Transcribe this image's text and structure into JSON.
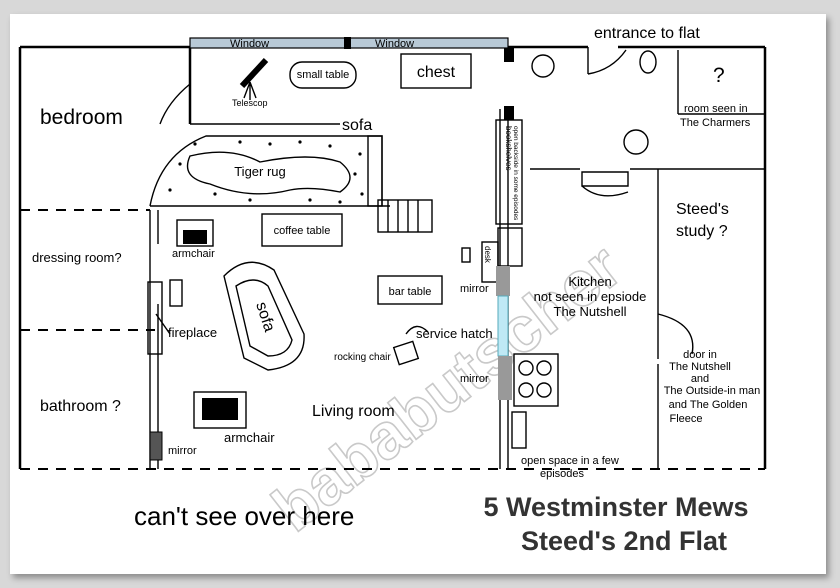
{
  "labels": {
    "entrance": "entrance to flat",
    "window1": "Window",
    "window2": "Window",
    "chest": "chest",
    "small_table": "small table",
    "telescope": "Telescop",
    "bedroom": "bedroom",
    "sofa_top": "sofa",
    "tiger_rug": "Tiger rug",
    "room_charmers_1": "room seen in",
    "room_charmers_2": "The Charmers",
    "charmers_q": "?",
    "bookshelves_1": "bookshelves",
    "bookshelves_2": "open backside in some episodes",
    "steeds_study_1": "Steed's",
    "steeds_study_2": "study ?",
    "coffee_table": "coffee table",
    "armchair_top": "armchair",
    "dressing_room": "dressing room?",
    "desk": "desk",
    "mirror_top": "mirror",
    "bar_table": "bar table",
    "kitchen_1": "Kitchen",
    "kitchen_2": "not seen in epsiode",
    "kitchen_3": "The Nutshell",
    "sofa_mid": "sofa",
    "fireplace": "fireplace",
    "service_hatch": "service hatch",
    "rocking_chair": "rocking chair",
    "mirror_mid": "mirror",
    "door_1": "door in",
    "door_2": "The Nutshell",
    "door_3": "and",
    "door_4": "The Outside-in man",
    "door_5": "and The Golden",
    "door_6": "Fleece",
    "bathroom": "bathroom ?",
    "living_room": "Living room",
    "armchair_bottom": "armchair",
    "mirror_bottom": "mirror",
    "open_space_1": "open space in a few",
    "open_space_2": "episodes",
    "cant_see": "can't see over here",
    "title_1": "5 Westminster Mews",
    "title_2": "Steed's 2nd Flat",
    "watermark": "bababutscher"
  }
}
